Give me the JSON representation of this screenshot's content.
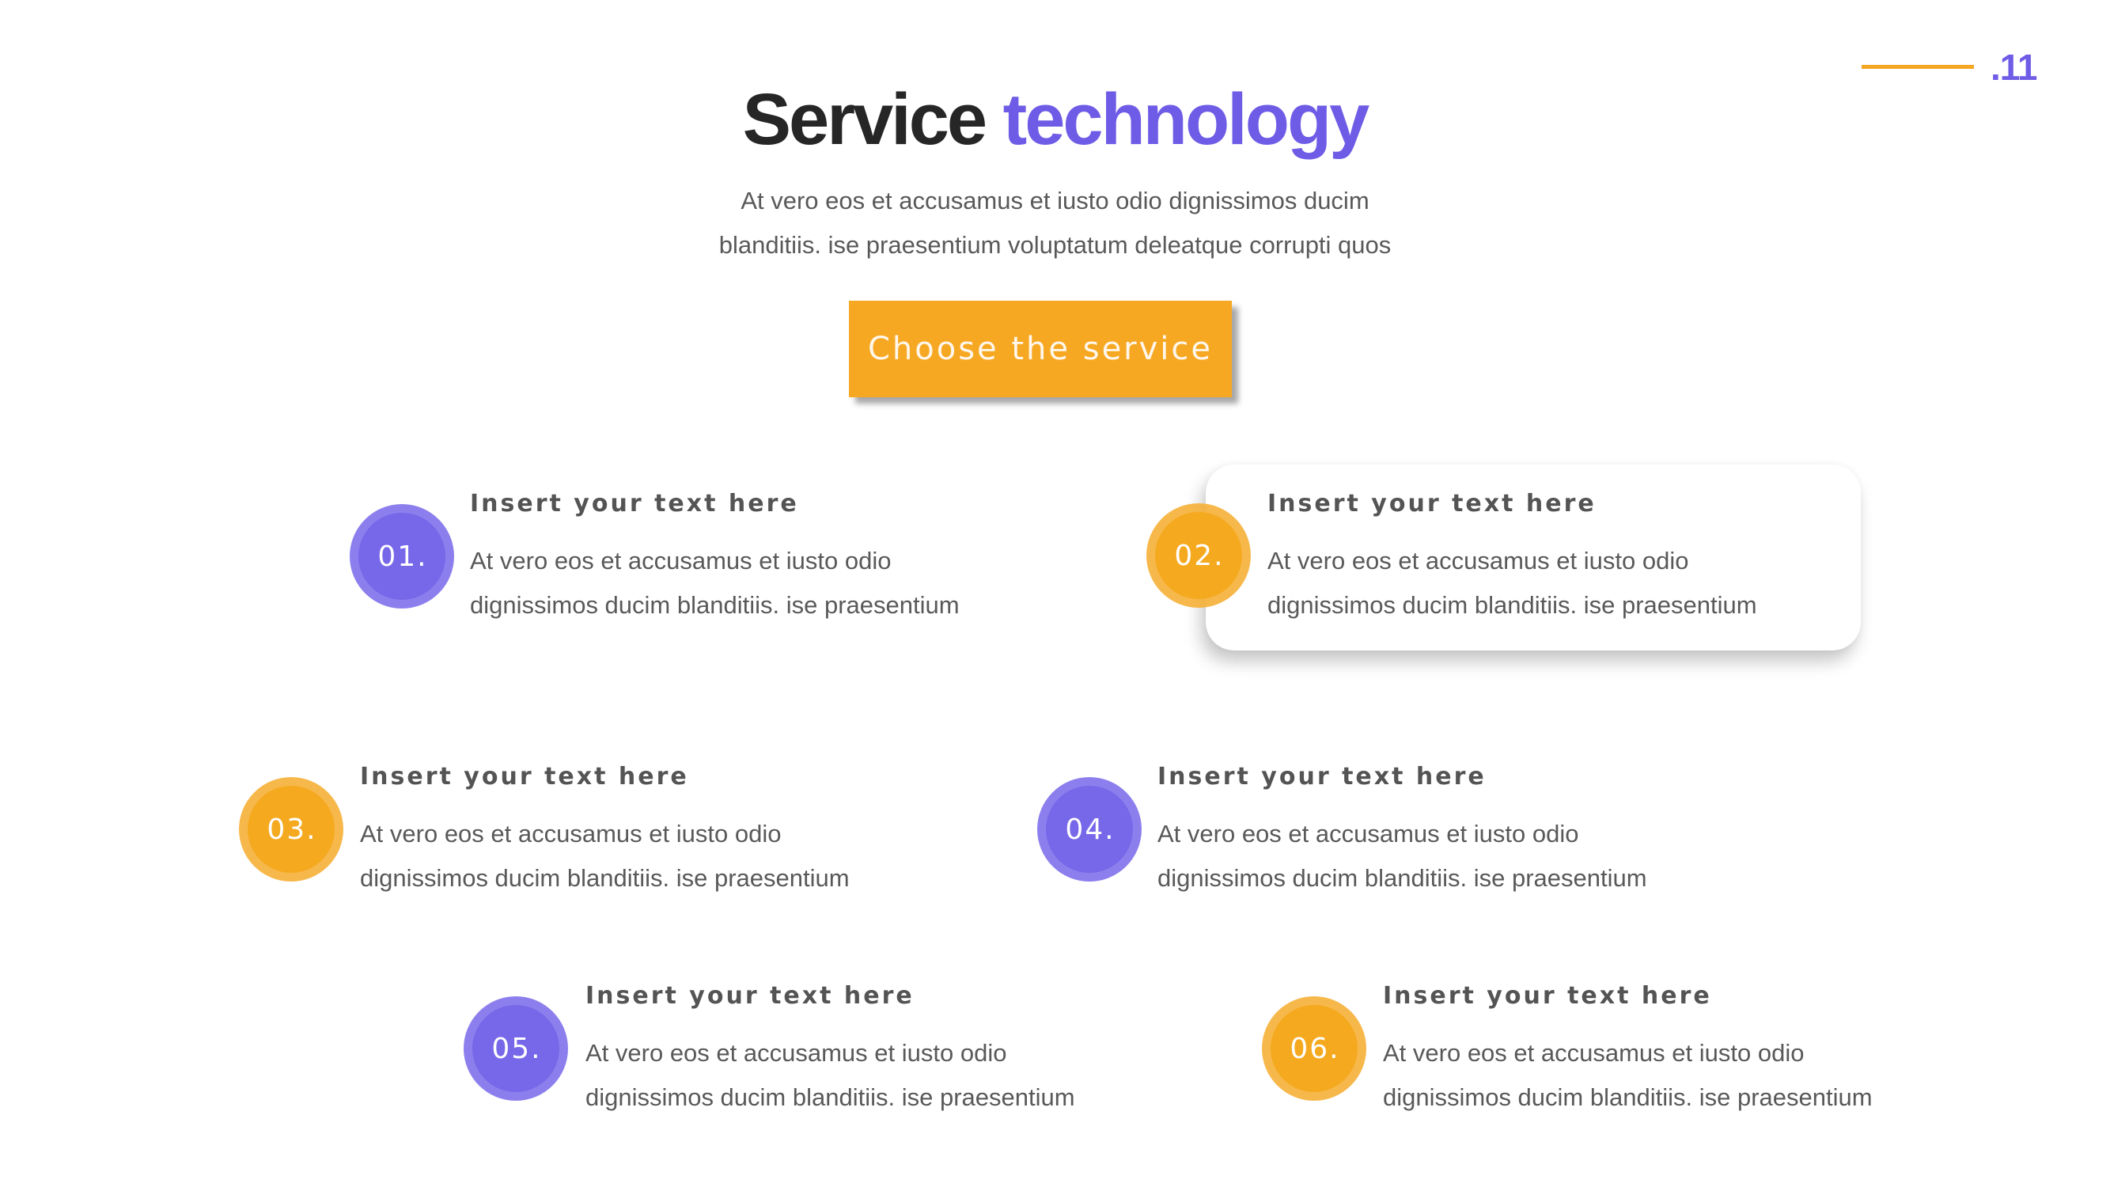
{
  "page": {
    "number": ".11",
    "accent_line_color": "#f5a623"
  },
  "header": {
    "title_main": "Service",
    "title_accent": "technology",
    "subtitle_lines": [
      "At vero eos et accusamus et iusto odio dignissimos ducim",
      "blanditiis. ise praesentium voluptatum deleatque corrupti quos"
    ]
  },
  "cta": {
    "label": "Choose the service",
    "color": "#f7a823"
  },
  "colors": {
    "purple": "#6f5ce6",
    "orange": "#f5a91f",
    "text_dark": "#262626",
    "text_gray": "#595959"
  },
  "services": [
    {
      "number": "01.",
      "color": "purple",
      "heading": "Insert your text here",
      "body_lines": [
        "At vero eos et accusamus et iusto odio",
        "dignissimos ducim blanditiis. ise praesentium"
      ],
      "highlighted": false
    },
    {
      "number": "02.",
      "color": "orange",
      "heading": "Insert your text here",
      "body_lines": [
        "At vero eos et accusamus et iusto odio",
        "dignissimos ducim blanditiis. ise praesentium"
      ],
      "highlighted": true
    },
    {
      "number": "03.",
      "color": "orange",
      "heading": "Insert your text here",
      "body_lines": [
        "At vero eos et accusamus et iusto odio",
        "dignissimos ducim blanditiis. ise praesentium"
      ],
      "highlighted": false
    },
    {
      "number": "04.",
      "color": "purple",
      "heading": "Insert your text here",
      "body_lines": [
        "At vero eos et accusamus et iusto odio",
        "dignissimos ducim blanditiis. ise praesentium"
      ],
      "highlighted": false
    },
    {
      "number": "05.",
      "color": "purple",
      "heading": "Insert your text here",
      "body_lines": [
        "At vero eos et accusamus et iusto odio",
        "dignissimos ducim blanditiis. ise praesentium"
      ],
      "highlighted": false
    },
    {
      "number": "06.",
      "color": "orange",
      "heading": "Insert your text here",
      "body_lines": [
        "At vero eos et accusamus et iusto odio",
        "dignissimos ducim blanditiis. ise praesentium"
      ],
      "highlighted": false
    }
  ]
}
